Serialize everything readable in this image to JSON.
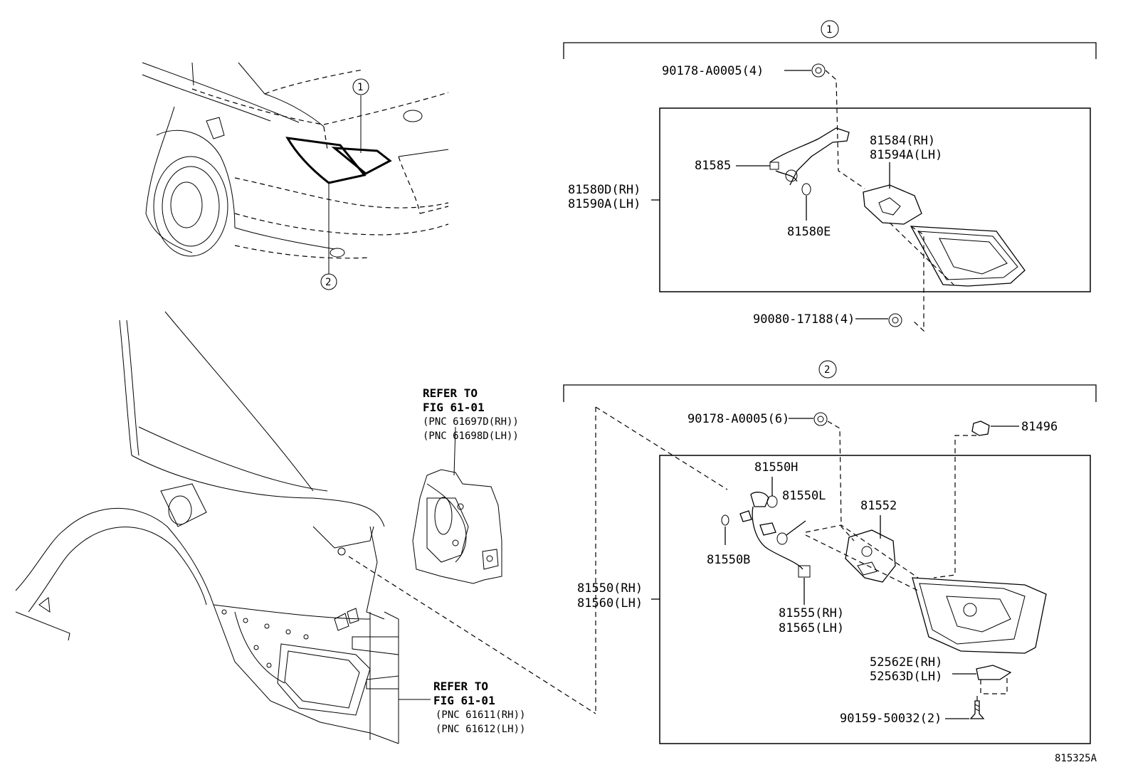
{
  "diagram": {
    "callouts": {
      "group1": "1",
      "group2": "2"
    },
    "group1": {
      "nut_top": "90178-A0005(4)",
      "assembly": [
        "81580D(RH)",
        "81590A(LH)"
      ],
      "socket": "81585",
      "bulb": "81580E",
      "gasket": [
        "81584(RH)",
        "81594A(LH)"
      ],
      "nut_bottom": "90080-17188(4)"
    },
    "group2": {
      "nut_top": "90178-A0005(6)",
      "clip": "81496",
      "bulb_h": "81550H",
      "bulb_l": "81550L",
      "bulb_b": "81550B",
      "gasket": "81552",
      "assembly": [
        "81550(RH)",
        "81560(LH)"
      ],
      "socket": [
        "81555(RH)",
        "81565(LH)"
      ],
      "bracket": [
        "52562E(RH)",
        "52563D(LH)"
      ],
      "screw": "90159-50032(2)"
    },
    "refer_upper": {
      "line1": "REFER TO",
      "line2": "FIG 61-01",
      "line3": "(PNC 61697D(RH))",
      "line4": "(PNC 61698D(LH))"
    },
    "refer_lower": {
      "line1": "REFER TO",
      "line2": "FIG 61-01",
      "line3": "(PNC 61611(RH))",
      "line4": "(PNC 61612(LH))"
    },
    "figure_id": "815325A"
  }
}
